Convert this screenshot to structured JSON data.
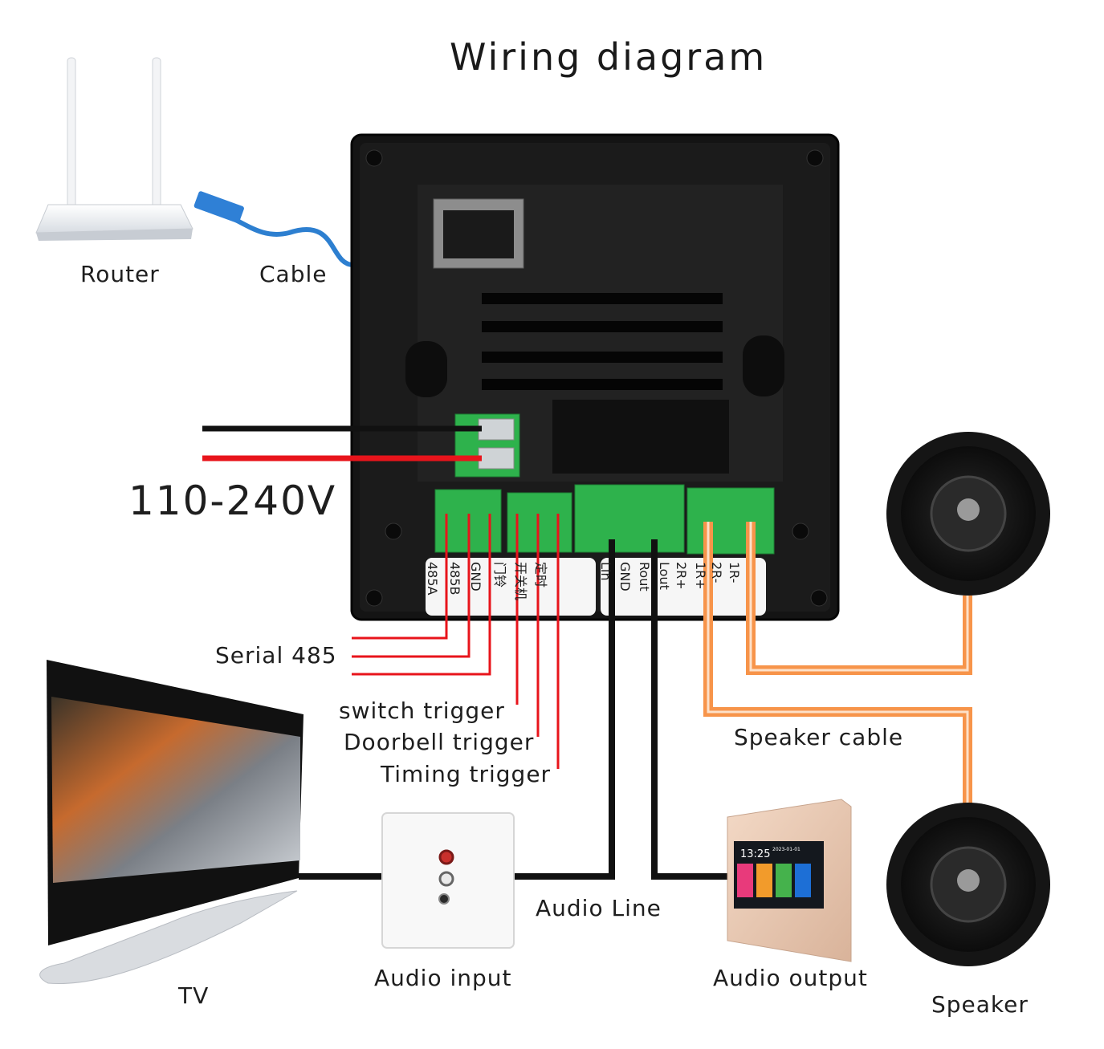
{
  "title": "Wiring diagram",
  "labels": {
    "router": "Router",
    "cable": "Cable",
    "power": "110-240V",
    "serial": "Serial 485",
    "switch_trigger": "switch trigger",
    "doorbell_trigger": "Doorbell trigger",
    "timing_trigger": "Timing trigger",
    "speaker_cable": "Speaker cable",
    "audio_line": "Audio Line",
    "tv": "TV",
    "audio_input": "Audio input",
    "audio_output": "Audio output",
    "speaker": "Speaker"
  },
  "terminal_labels": [
    "485A",
    "485B",
    "GND",
    "门铃",
    "开关机",
    "定时",
    "Lin",
    "GND",
    "Rout",
    "Lout",
    "2R+",
    "1R+",
    "2R-",
    "1R-"
  ],
  "panel_display": {
    "time": "13:25",
    "date": "2023-01-01"
  },
  "wire_colors": {
    "power_live": "#e8141b",
    "power_neutral": "#111111",
    "trigger": "#e8141b",
    "speaker": "#f7944a",
    "audio": "#111111",
    "network": "#2d7fd0"
  }
}
